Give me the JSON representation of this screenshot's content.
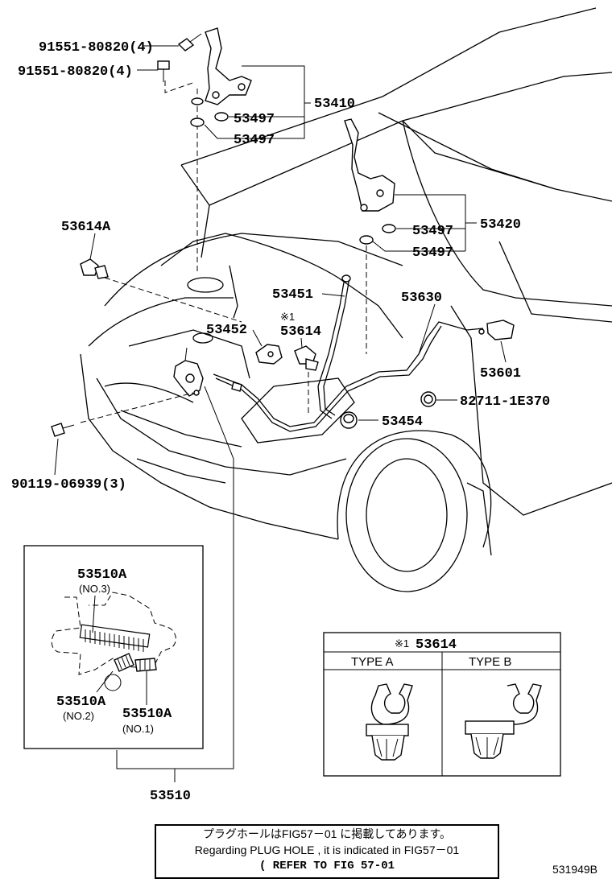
{
  "labels": {
    "bolt_upper": "91551-80820(4)",
    "bolt_lower": "91551-80820(4)",
    "hinge_left": "53410",
    "washer_l1": "53497",
    "washer_l2": "53497",
    "hinge_right": "53420",
    "washer_r1": "53497",
    "washer_r2": "53497",
    "clip_a": "53614A",
    "rod": "53451",
    "rod_holder_mark": "※1",
    "rod_holder": "53614",
    "support": "53452",
    "cable": "53630",
    "latch": "53601",
    "grommet": "82711-1E370",
    "cushion": "53454",
    "screw": "90119-06939(3)",
    "lock_assy": "53510"
  },
  "inset_lock": {
    "spring_3": "53510A",
    "spring_3_no": "(NO.3)",
    "spring_2": "53510A",
    "spring_2_no": "(NO.2)",
    "spring_1": "53510A",
    "spring_1_no": "(NO.1)"
  },
  "inset_types": {
    "title_mark": "※1",
    "title": "53614",
    "type_a": "TYPE A",
    "type_b": "TYPE B"
  },
  "note": {
    "line1": "プラグホールはFIG57－01 に掲載してあります。",
    "line2": "Regarding PLUG HOLE , it is indicated in FIG57－01",
    "line3": "( REFER TO FIG 57-01"
  },
  "diagram_code": "531949B"
}
